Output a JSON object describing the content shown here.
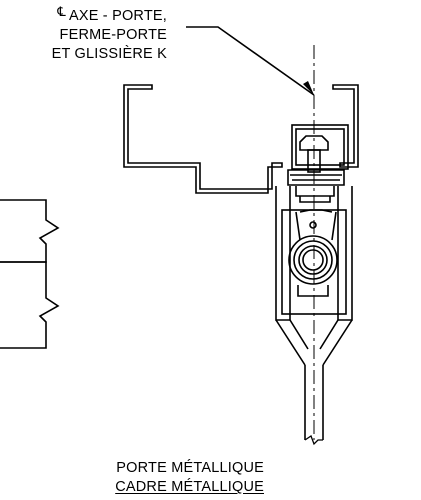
{
  "callout": {
    "centerline_symbol": "℄",
    "line1": "AXE - PORTE,",
    "line2": "FERME-PORTE",
    "line3": "ET GLISSIÈRE K"
  },
  "bottom_label": {
    "line1": "PORTE MÉTALLIQUE",
    "line2": "CADRE MÉTALLIQUE"
  },
  "colors": {
    "line": "#000000",
    "background": "#ffffff"
  }
}
